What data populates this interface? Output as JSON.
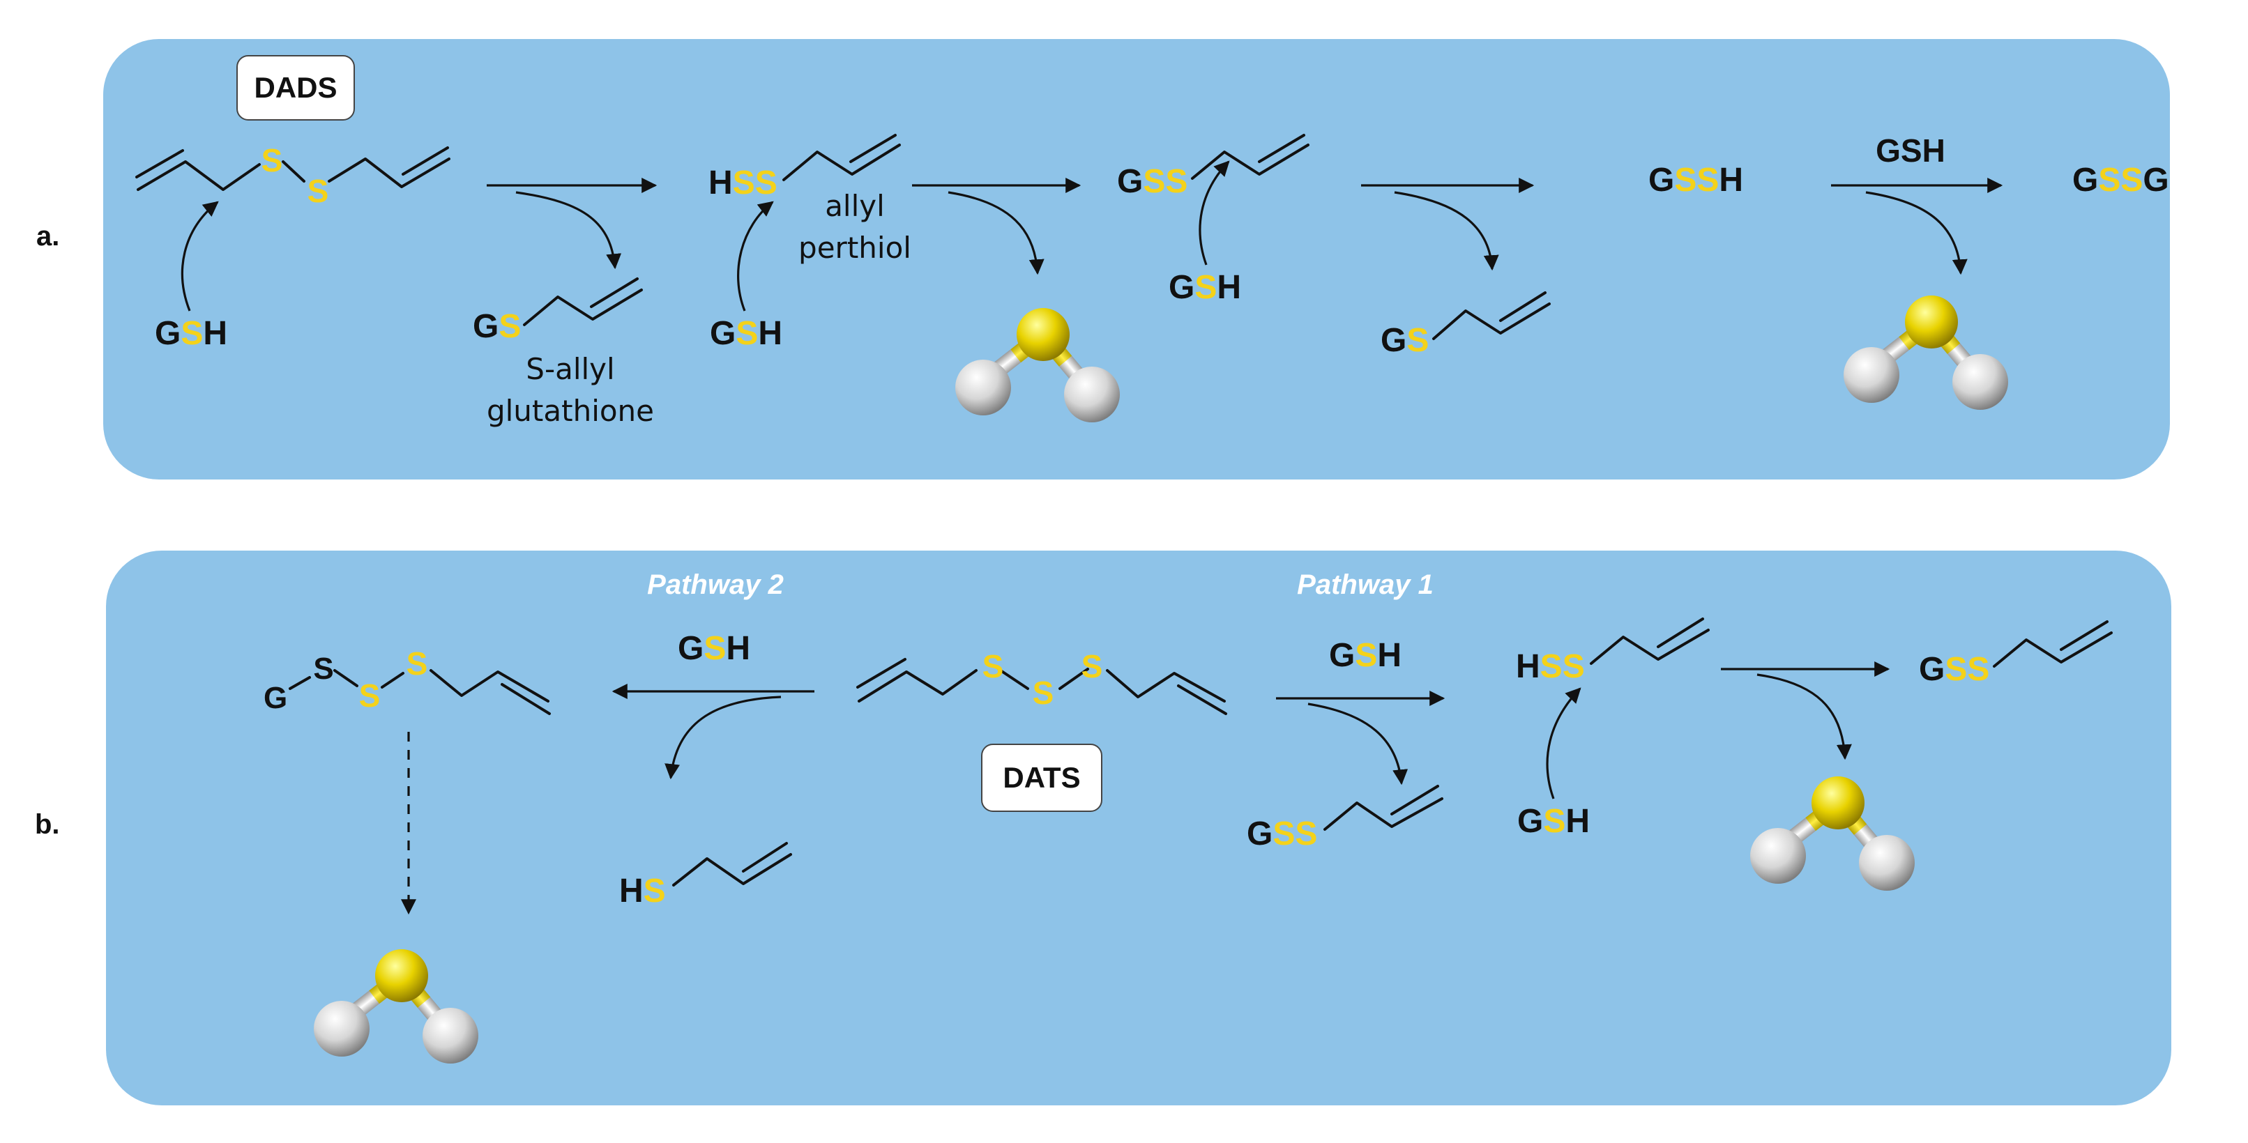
{
  "colors": {
    "panel": "#8ec3e8",
    "sulfur": "#f4d21a",
    "text": "#111111",
    "pathway_label": "#ffffff"
  },
  "panel_a": {
    "label": "a.",
    "box_label": "DADS",
    "gsh_reactant_1": [
      "G",
      "S",
      "H"
    ],
    "product_1": [
      "G",
      "S"
    ],
    "product_1_name": [
      "S-allyl",
      "glutathione"
    ],
    "perthiol": [
      "H",
      "SS"
    ],
    "perthiol_name": [
      "allyl",
      "perthiol"
    ],
    "gsh_reactant_2": [
      "G",
      "S",
      "H"
    ],
    "gss_allyl": [
      "G",
      "SS"
    ],
    "gsh_reactant_3": [
      "G",
      "S",
      "H"
    ],
    "product_2": [
      "G",
      "S"
    ],
    "gssh": [
      "G",
      "SS",
      "H"
    ],
    "gsh_reagent": "GSH",
    "gssg": [
      "G",
      "SS",
      "G"
    ]
  },
  "panel_b": {
    "label": "b.",
    "box_label": "DATS",
    "dats_sulfurs": [
      "S",
      "S",
      "S"
    ],
    "pathway_2": "Pathway 2",
    "pathway_1": "Pathway 1",
    "gsh_left": [
      "G",
      "S",
      "H"
    ],
    "gsh_right": [
      "G",
      "S",
      "H"
    ],
    "trisulfide": [
      "G",
      "S",
      "S",
      "S"
    ],
    "allyl_thiol": [
      "H",
      "S"
    ],
    "gss_byproduct": [
      "G",
      "SS"
    ],
    "perthiol": [
      "H",
      "SS"
    ],
    "gsh_attack": [
      "G",
      "S",
      "H"
    ],
    "gss_allyl": [
      "G",
      "SS"
    ]
  }
}
